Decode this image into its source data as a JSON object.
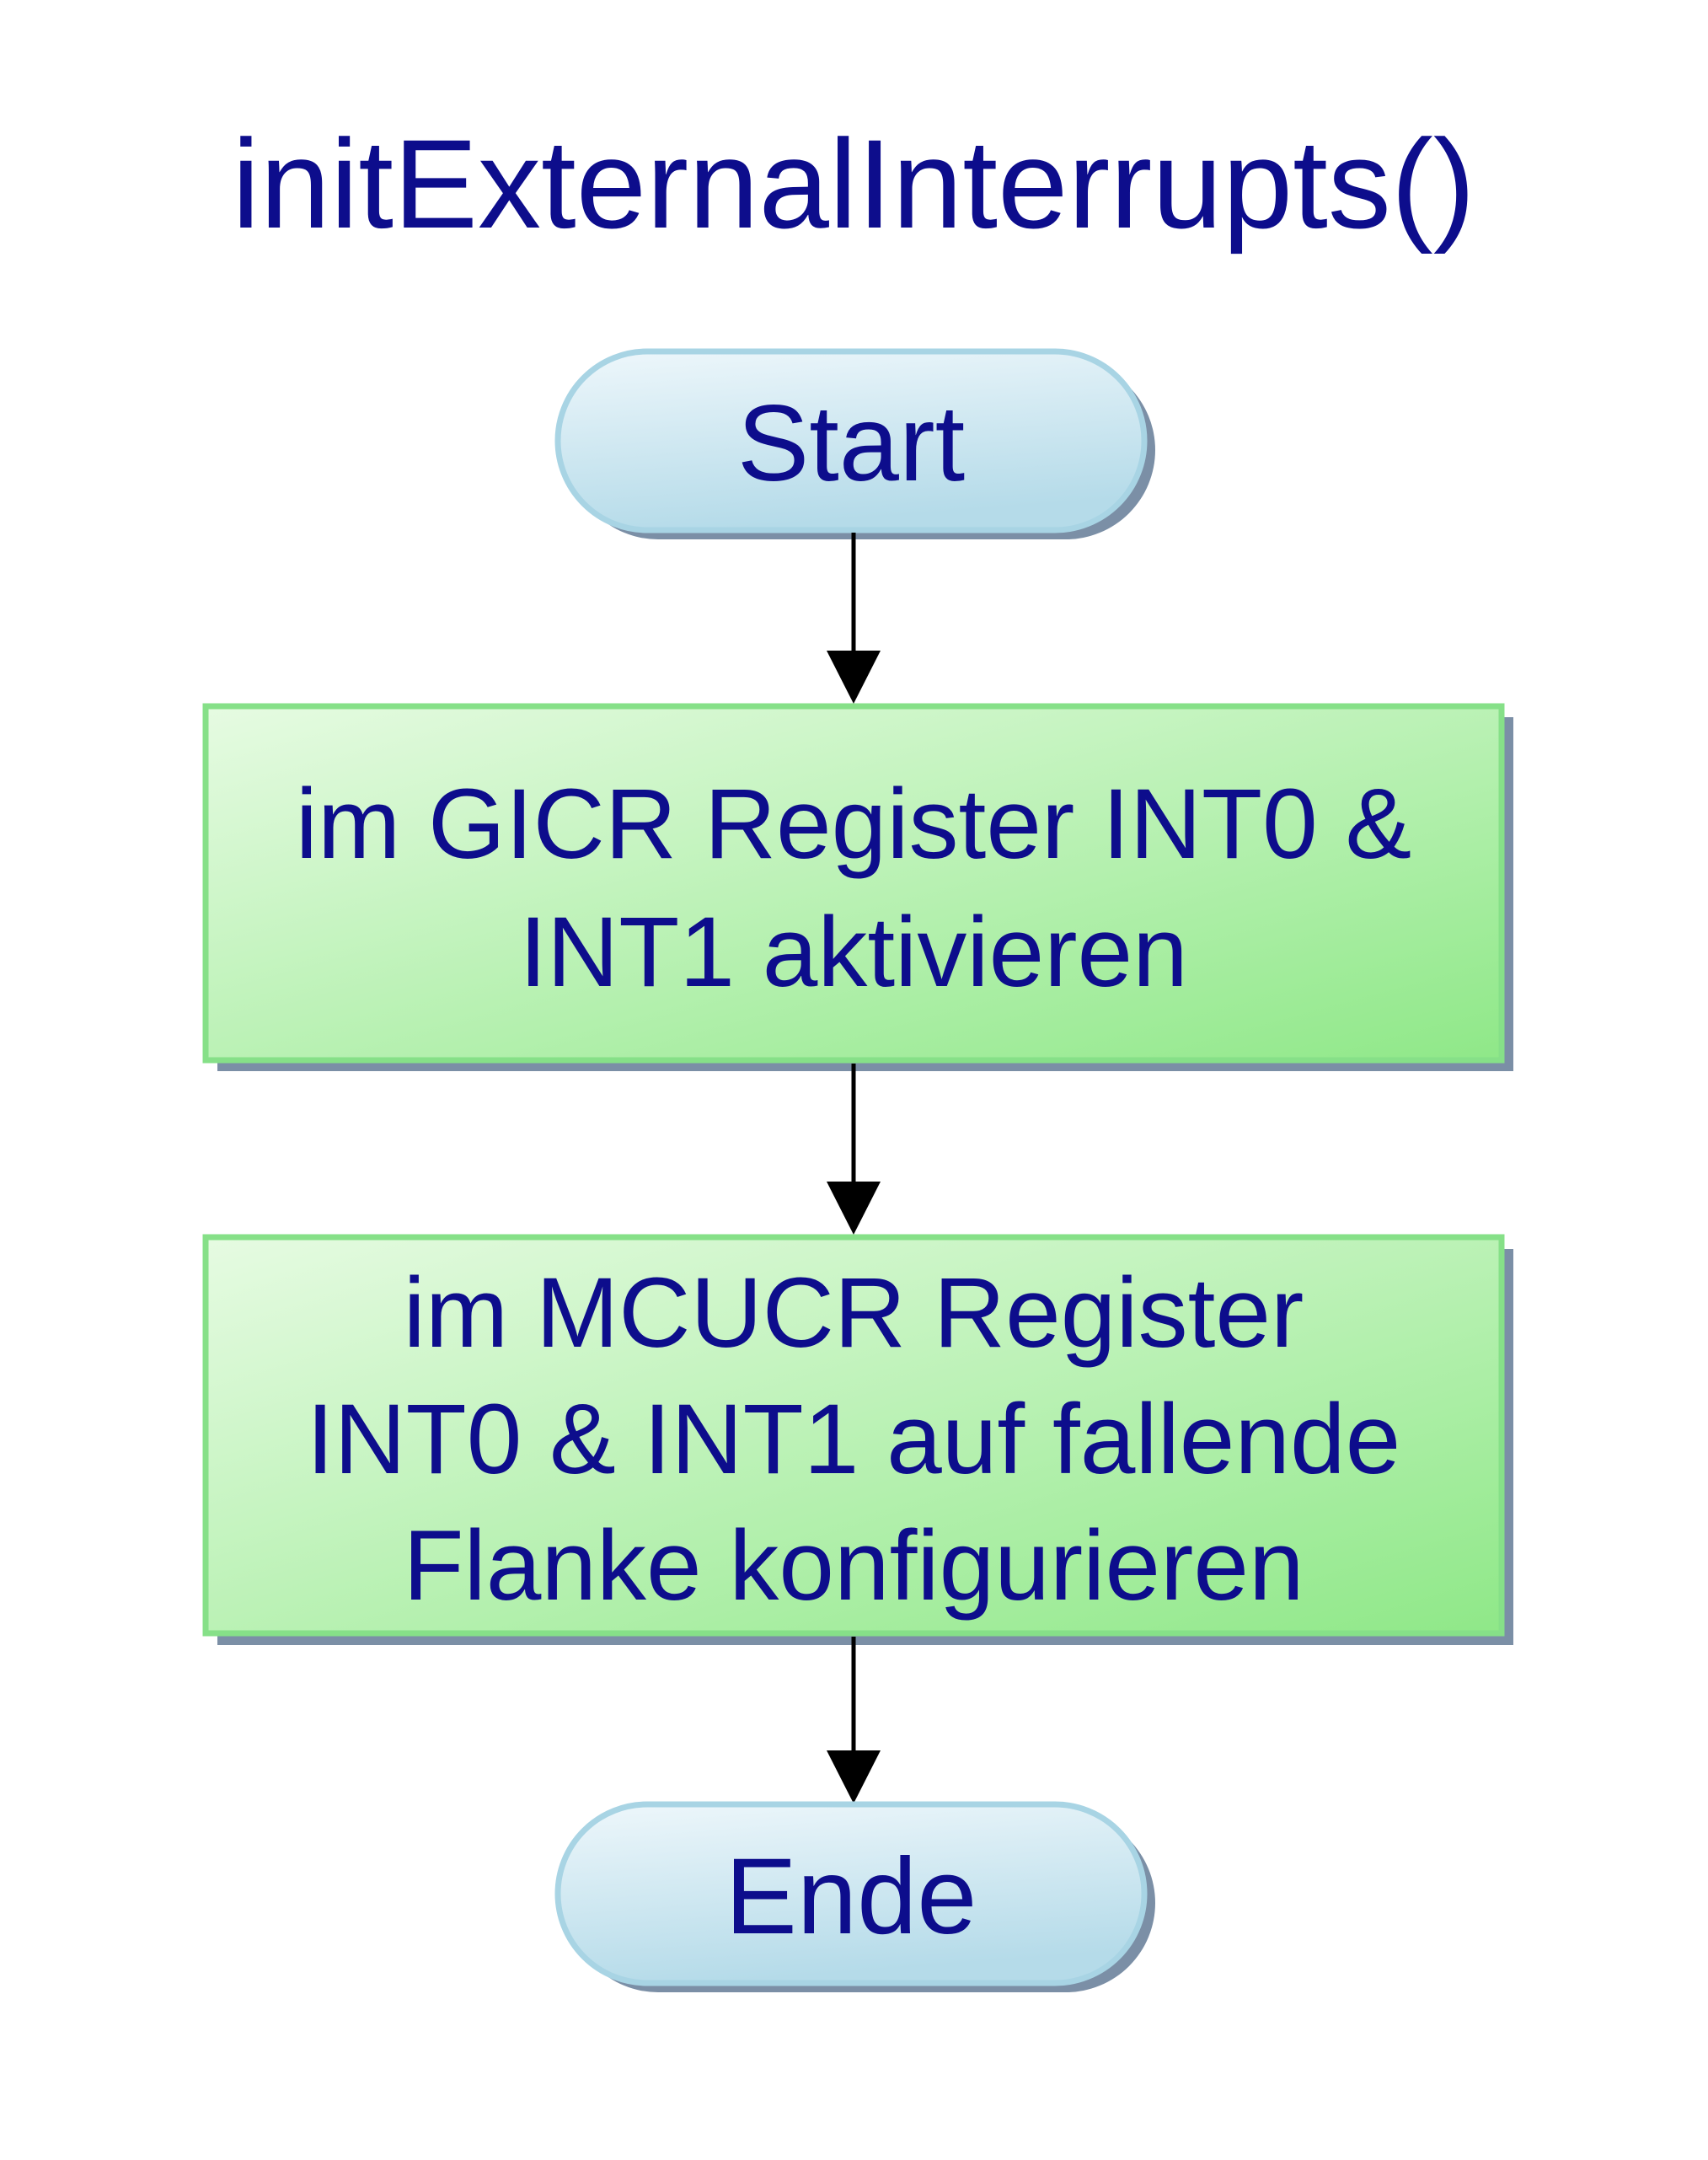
{
  "title": "initExternalInterrupts()",
  "nodes": {
    "start": {
      "label": "Start"
    },
    "step1": {
      "lines": [
        "im GICR Register INT0 &",
        "INT1 aktivieren"
      ]
    },
    "step2": {
      "lines": [
        "im MCUCR Register",
        "INT0 & INT1 auf fallende",
        "Flanke konfigurieren"
      ]
    },
    "end": {
      "label": "Ende"
    }
  },
  "colors": {
    "text": "#0d0d8c",
    "terminal_fill_top": "#eef7fb",
    "terminal_fill_bottom": "#b5dbe9",
    "terminal_border": "#a8d4e4",
    "process_fill_top": "#e6fbe2",
    "process_fill_bottom": "#8fe888",
    "process_border": "#86e088",
    "shadow": "#7b8fa6",
    "arrow": "#000000"
  }
}
